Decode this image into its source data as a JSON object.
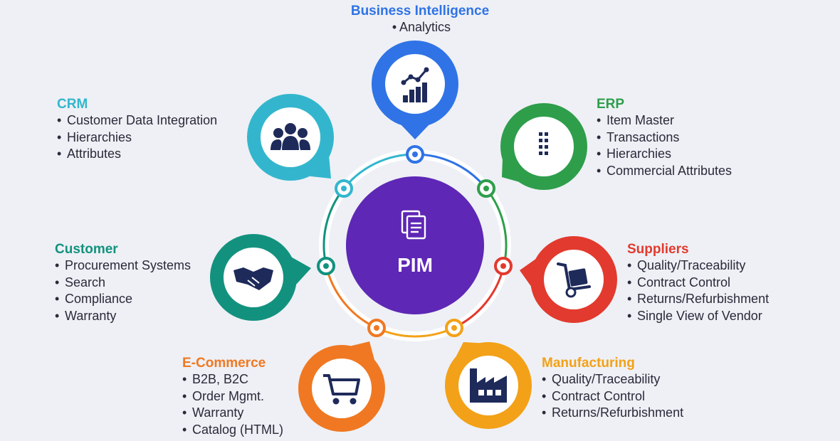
{
  "center": {
    "label": "PIM",
    "color": "#5e27b5",
    "icon": "document-stack-icon"
  },
  "ring_color": "#ffffff",
  "nodes": [
    {
      "key": "bi",
      "title": "Business Intelligence",
      "color": "#2f73e6",
      "icon": "bar-chart-trend-icon",
      "items": [
        "Analytics"
      ]
    },
    {
      "key": "erp",
      "title": "ERP",
      "color": "#2e9e4b",
      "icon": "office-building-icon",
      "items": [
        "Item Master",
        "Transactions",
        "Hierarchies",
        "Commercial Attributes"
      ]
    },
    {
      "key": "suppliers",
      "title": "Suppliers",
      "color": "#e23a2e",
      "icon": "hand-truck-icon",
      "items": [
        "Quality/Traceability",
        "Contract Control",
        "Returns/Refurbishment",
        "Single View of Vendor"
      ]
    },
    {
      "key": "manufacturing",
      "title": "Manufacturing",
      "color": "#f3a118",
      "icon": "factory-icon",
      "items": [
        "Quality/Traceability",
        "Contract Control",
        "Returns/Refurbishment"
      ]
    },
    {
      "key": "ecommerce",
      "title": "E-Commerce",
      "color": "#f07822",
      "icon": "shopping-cart-icon",
      "items": [
        "B2B, B2C",
        "Order Mgmt.",
        "Warranty",
        "Catalog (HTML)"
      ]
    },
    {
      "key": "customer",
      "title": "Customer",
      "color": "#12927e",
      "icon": "handshake-icon",
      "items": [
        "Procurement Systems",
        "Search",
        "Compliance",
        "Warranty"
      ]
    },
    {
      "key": "crm",
      "title": "CRM",
      "color": "#33b6cd",
      "icon": "user-group-icon",
      "items": [
        "Customer Data Integration",
        "Hierarchies",
        "Attributes"
      ]
    }
  ]
}
